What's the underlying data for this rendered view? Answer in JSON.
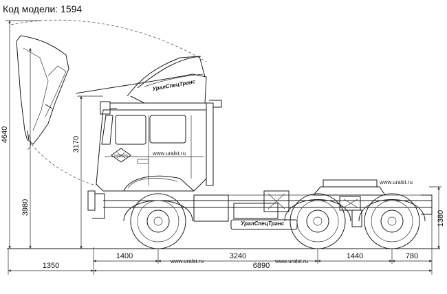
{
  "header": {
    "model_code": "Код модели: 1594"
  },
  "brand": {
    "name": "УралСпецТранс",
    "site": "www.uralst.ru"
  },
  "dimensions": {
    "total_height": "4640",
    "tipped_cab_height": "3980",
    "cab_height": "3170",
    "fifth_wheel_height": "1380",
    "tipped_front_overhang": "1350",
    "front_overhang": "1400",
    "wheelbase": "3240",
    "bogie_spacing": "1440",
    "rear_overhang": "780",
    "total_length": "6890"
  },
  "watermarks": {
    "cab_side": "www.uralst.ru",
    "rear_frame": "www.uralst.ru",
    "dim_left": "www.uralst.ru",
    "dim_right": "www.uralst.ru"
  },
  "colors": {
    "line": "#1a1a1a",
    "background": "#ffffff"
  }
}
